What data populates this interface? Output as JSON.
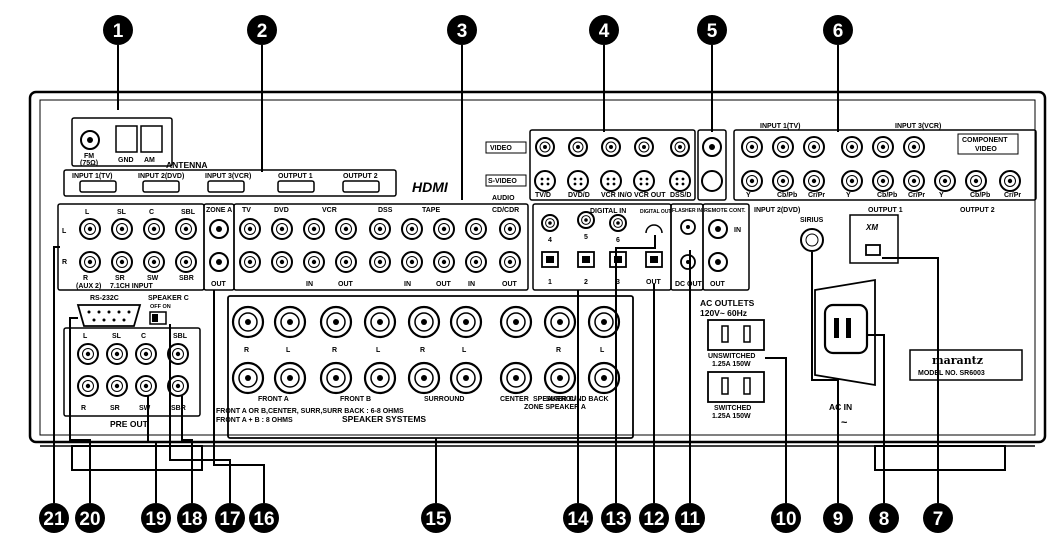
{
  "callouts": [
    "1",
    "2",
    "3",
    "4",
    "5",
    "6",
    "7",
    "8",
    "9",
    "10",
    "11",
    "12",
    "13",
    "14",
    "15",
    "16",
    "17",
    "18",
    "19",
    "20",
    "21"
  ],
  "antenna": {
    "fm": "FM",
    "fm_ohm": "(75Ω)",
    "gnd": "GND",
    "am": "AM",
    "title": "ANTENNA"
  },
  "hdmi": {
    "inputs": [
      "INPUT 1(TV)",
      "INPUT 2(DVD)",
      "INPUT 3(VCR)",
      "OUTPUT 1",
      "OUTPUT 2"
    ],
    "logo": "HDMI"
  },
  "video": {
    "video_label": "VIDEO",
    "svideo_label": "S-VIDEO",
    "audio_label": "AUDIO",
    "cols": [
      "TV/D",
      "DVD/D",
      "VCR IN/O",
      "VCR OUT",
      "DSS/D"
    ]
  },
  "component": {
    "input1": "INPUT 1(TV)",
    "input3": "INPUT 3(VCR)",
    "title1": "COMPONENT",
    "title2": "VIDEO",
    "input2": "INPUT 2(DVD)",
    "output1": "OUTPUT 1",
    "output2": "OUTPUT 2",
    "jacks": [
      "Y",
      "Cb/Pb",
      "Cr/Pr"
    ]
  },
  "analog": {
    "cols": [
      "TV",
      "DVD",
      "VCR",
      "DSS",
      "TAPE",
      "CD/CDR"
    ],
    "in": "IN",
    "out": "OUT"
  },
  "zone": {
    "title": "ZONE A",
    "out": "OUT"
  },
  "digital": {
    "title": "DIGITAL IN",
    "coax": [
      "4",
      "5",
      "6"
    ],
    "optical": [
      "1",
      "2",
      "3"
    ],
    "out": "OUT",
    "digital_out": "DIGITAL OUT",
    "dc_out": "DC OUT",
    "flasher": "FLASHER IN"
  },
  "remote": {
    "title": "REMOTE CONT.",
    "in": "IN",
    "out": "OUT"
  },
  "sirius": "SIRIUS",
  "xm": "XM",
  "multi_in": {
    "l": "L",
    "r": "R",
    "top": [
      "L",
      "SL",
      "C",
      "SBL"
    ],
    "bottom": [
      "R",
      "SR",
      "SW",
      "SBR"
    ],
    "aux": "(AUX 2)",
    "caption": "7.1CH INPUT"
  },
  "rs232": "RS-232C",
  "speaker_c": {
    "title": "SPEAKER C",
    "off_on": "OFF ON"
  },
  "preout": {
    "top": [
      "L",
      "SL",
      "C",
      "SBL"
    ],
    "bottom": [
      "R",
      "SR",
      "SW",
      "SBR"
    ],
    "title": "PRE OUT"
  },
  "speakers": {
    "pairs": [
      "R",
      "L",
      "R",
      "L",
      "R",
      "L",
      "",
      "R",
      "L"
    ],
    "groups": [
      "FRONT A",
      "FRONT B",
      "SURROUND",
      "CENTER",
      "SURROUND BACK"
    ],
    "sb_sub": [
      "SPEAKER C/",
      "ZONE SPEAKER A"
    ],
    "imp1": "FRONT A OR B,CENTER, SURR,SURR BACK : 6-8 OHMS",
    "imp2": "FRONT A + B : 8 OHMS",
    "title": "SPEAKER SYSTEMS"
  },
  "ac_outlets": {
    "title": "AC OUTLETS",
    "spec": "120V~ 60Hz",
    "unsw": "UNSWITCHED",
    "unsw_spec": "1.25A 150W",
    "sw": "SWITCHED",
    "sw_spec": "1.25A 150W"
  },
  "ac_in": {
    "label": "AC IN",
    "symbol": "~"
  },
  "brand": {
    "name": "marantz",
    "model": "MODEL NO. SR6003"
  },
  "colors": {
    "ink": "#000000",
    "panel": "#ffffff",
    "callout_bg": "#000000"
  }
}
